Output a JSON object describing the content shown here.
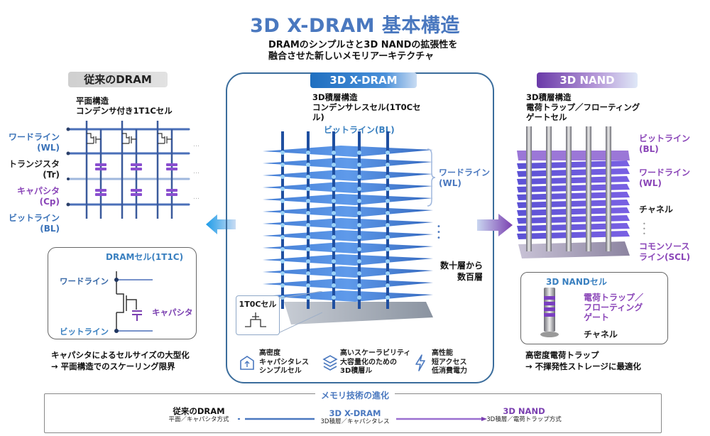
{
  "header": {
    "title": "3D X-DRAM 基本構造",
    "subtitle_line1": "DRAMのシンプルさと3D NANDの拡張性を",
    "subtitle_line2": "融合させた新しいメモリアーキテクチャ"
  },
  "left": {
    "tag": "従来のDRAM",
    "desc_line1": "平面構造",
    "desc_line2": "コンデンサ付き1T1Cセル",
    "labels": [
      {
        "line1": "ワードライン",
        "line2": "(WL)",
        "color": "#3a72b8"
      },
      {
        "line1": "トランジスタ",
        "line2": "(Tr)",
        "color": "#222222"
      },
      {
        "line1": "キャパシタ",
        "line2": "(Cp)",
        "color": "#8a45b8"
      },
      {
        "line1": "ビットライン",
        "line2": "(BL)",
        "color": "#3a72b8"
      }
    ],
    "ellipsis": "…",
    "cell": {
      "title": "DRAMセル(1T1C)",
      "wordline": "ワードライン",
      "capacitor": "キャパシタ",
      "bitline": "ビットライン"
    },
    "conclusion_line1": "キャパシタによるセルサイズの大型化",
    "conclusion_line2": "→ 平面構造でのスケーリング限界"
  },
  "center": {
    "tag": "3D X-DRAM",
    "desc_line1": "3D積層構造",
    "desc_line2": "コンデンサレスセル(1T0Cセ",
    "desc_line3": "ル)",
    "bitline_label": "ビットライン(BL)",
    "wordline_label_line1": "ワードライン",
    "wordline_label_line2": "(WL)",
    "layers_line1": "数十層から",
    "layers_line2": "数百層",
    "cell_label": "1T0Cセル",
    "features": [
      {
        "icon": "density-box-icon",
        "lines": [
          "高密度",
          "キャパシタレス",
          "シンプルセル"
        ]
      },
      {
        "icon": "layers-icon",
        "lines": [
          "高いスケーラビリティ",
          "大容量化のための",
          "3D積層ル"
        ]
      },
      {
        "icon": "lightning-icon",
        "lines": [
          "高性能",
          "短アクセス",
          "低消費電力"
        ]
      }
    ]
  },
  "right": {
    "tag": "3D NAND",
    "desc_line1": "3D積層構造",
    "desc_line2": "電荷トラップ／フローティング",
    "desc_line3": "ゲートセル",
    "labels": [
      {
        "line1": "ビットライン",
        "line2": "(BL)"
      },
      {
        "line1": "ワードライン",
        "line2": "(WL)"
      },
      {
        "line1": "チャネル",
        "line2": ""
      },
      {
        "line1": "コモンソース",
        "line2": "ライン(SCL)"
      }
    ],
    "cell": {
      "title": "3D NANDセル",
      "trap_line1": "電荷トラップ／",
      "trap_line2": "フローティング",
      "trap_line3": "ゲート",
      "channel": "チャネル"
    },
    "conclusion_line1": "高密度電荷トラップ",
    "conclusion_line2": "→ 不揮発性ストレージに最適化"
  },
  "evolution": {
    "title": "メモリ技術の進化",
    "stages": [
      {
        "name": "従来のDRAM",
        "sub": "平面／キャパシタ方式",
        "color": "#111111"
      },
      {
        "name": "3D X-DRAM",
        "sub": "3D積層／キャパシタレス",
        "color": "#4a78bf"
      },
      {
        "name": "3D NAND",
        "sub": "3D積層／電荷トラップ方式",
        "color": "#7a3fb0"
      }
    ]
  },
  "colors": {
    "accent_blue": "#4a78bf",
    "accent_purple": "#7a3fb0",
    "panel_border": "#3b6d9c"
  }
}
